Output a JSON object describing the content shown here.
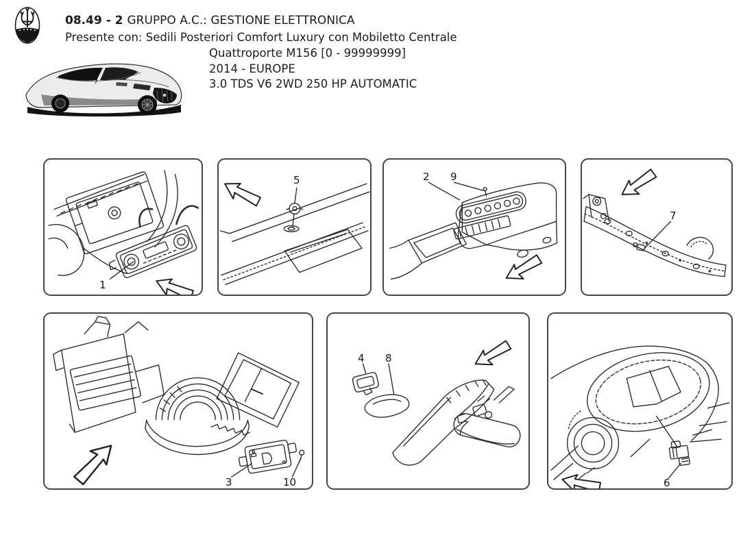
{
  "header": {
    "code": "08.49 - 2",
    "title": "GRUPPO A.C.: GESTIONE ELETTRONICA",
    "subtitle": "Presente con: Sedili Posteriori Comfort Luxury con Mobiletto Centrale",
    "model_line": "Quattroporte M156 [0 - 99999999]",
    "market_line": "2014 - EUROPE",
    "engine_line": "3.0 TDS V6 2WD 250 HP AUTOMATIC"
  },
  "panels": [
    {
      "id": "dashboard-ac-control-panel",
      "callouts": [
        "1"
      ]
    },
    {
      "id": "dashboard-top-sun-sensor",
      "callouts": [
        "5"
      ]
    },
    {
      "id": "rear-center-console-controls",
      "callouts": [
        "2",
        "9"
      ]
    },
    {
      "id": "front-beam-temperature-sensor",
      "callouts": [
        "7"
      ]
    },
    {
      "id": "hvac-unit-with-ecu",
      "callouts": [
        "3",
        "10"
      ]
    },
    {
      "id": "overhead-mirror-sensors",
      "callouts": [
        "4",
        "8"
      ]
    },
    {
      "id": "rear-quarter-sensor",
      "callouts": [
        "6"
      ]
    }
  ],
  "colors": {
    "ink": "#1f1f1f",
    "paper": "#ffffff"
  }
}
